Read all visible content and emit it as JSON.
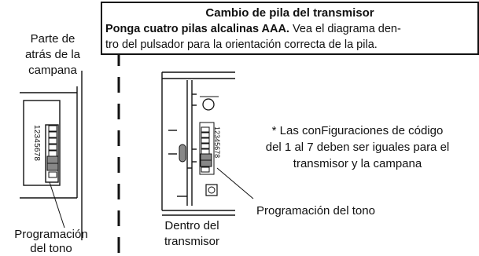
{
  "instruction_box": {
    "title": "Cambio de pila del transmisor",
    "bold_line": "Ponga cuatro pilas alcalinas AAA.",
    "body_line1": " Vea el diagrama den-",
    "body_line2": "tro del pulsador para la orientación correcta de la pila."
  },
  "left_label": {
    "line1": "Parte de",
    "line2": "atrás de la",
    "line3": "campana"
  },
  "left_dip_numbers": [
    "1",
    "2",
    "3",
    "4",
    "5",
    "6",
    "7",
    "8"
  ],
  "left_caption": {
    "line1": "Programación",
    "line2": "del tono"
  },
  "note": {
    "line1": "* Las conFiguraciones de código",
    "line2": "del 1 al 7 deben ser iguales para el",
    "line3": "transmisor y la campana"
  },
  "right_caption": "Programación del tono",
  "transmitter_label": {
    "line1": "Dentro del",
    "line2": "transmisor"
  },
  "right_dip_numbers": [
    "1",
    "2",
    "3",
    "4",
    "5",
    "6",
    "7",
    "8"
  ]
}
